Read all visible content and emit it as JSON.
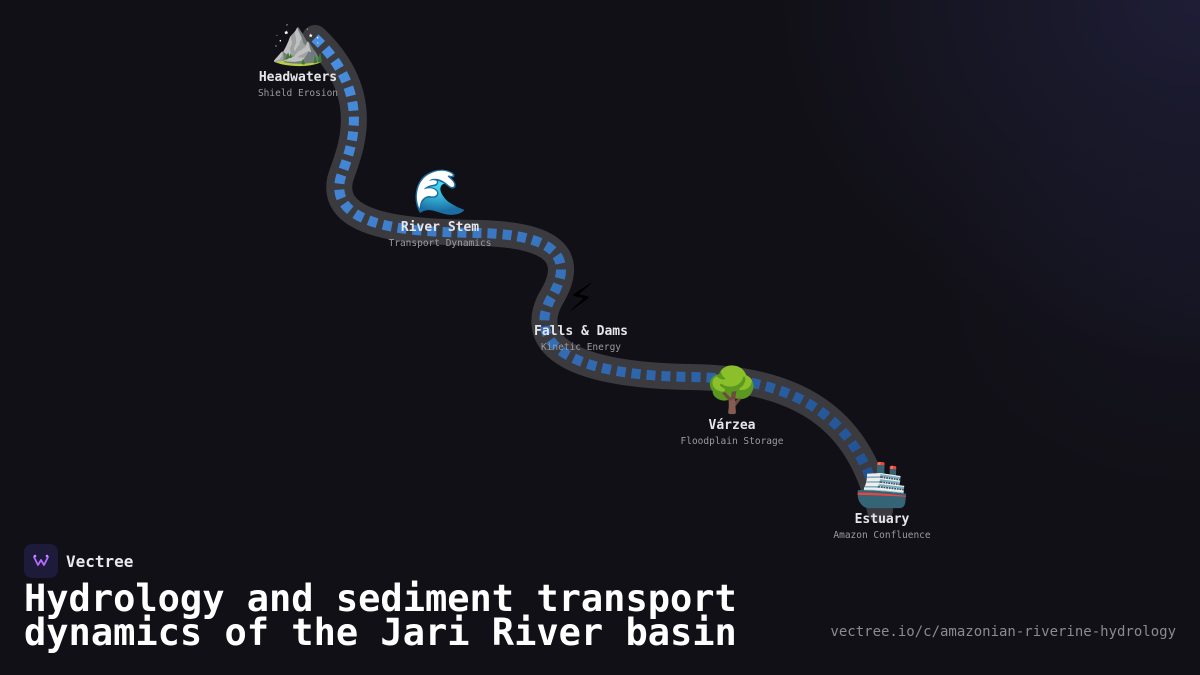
{
  "brand": {
    "name": "Vectree"
  },
  "headline": {
    "line1": "Hydrology and sediment transport",
    "line2": "dynamics of the Jari River basin"
  },
  "footer": {
    "url": "vectree.io/c/amazonian-riverine-hydrology"
  },
  "colors": {
    "background": "#111016",
    "river_bed": "#3a3a3f",
    "flow_dash": "#3f84d6"
  },
  "stages": [
    {
      "icon": "⛰️",
      "icon_name": "mountain-icon",
      "name": "Headwaters",
      "subtitle": "Shield Erosion"
    },
    {
      "icon": "🌊",
      "icon_name": "wave-icon",
      "name": "River Stem",
      "subtitle": "Transport Dynamics"
    },
    {
      "icon": "⚡",
      "icon_name": "lightning-icon",
      "name": "Falls & Dams",
      "subtitle": "Kinetic Energy"
    },
    {
      "icon": "🌳",
      "icon_name": "tree-icon",
      "name": "Várzea",
      "subtitle": "Floodplain Storage"
    },
    {
      "icon": "🚢",
      "icon_name": "ship-icon",
      "name": "Estuary",
      "subtitle": "Amazon Confluence"
    }
  ]
}
